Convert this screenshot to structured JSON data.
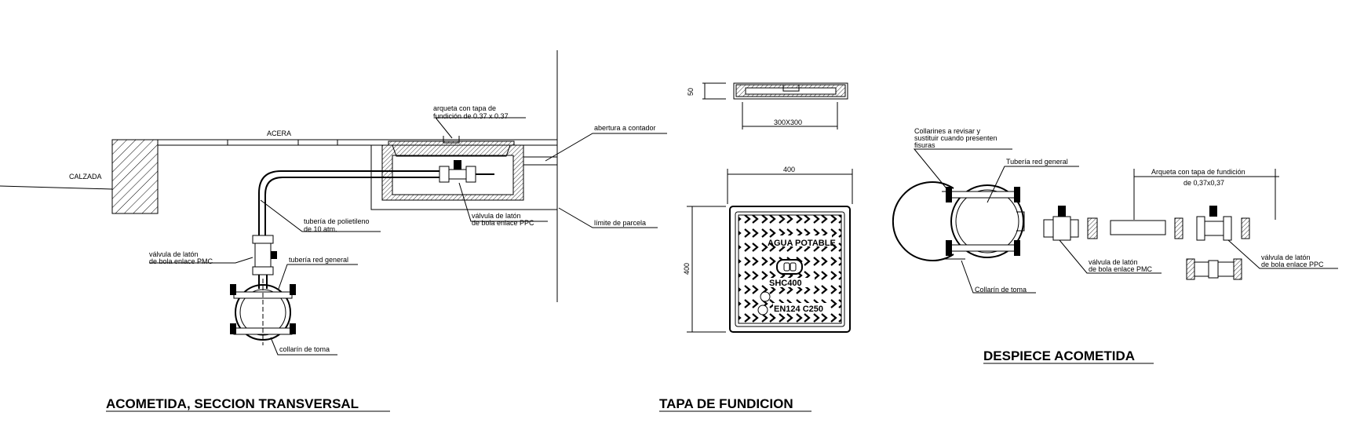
{
  "section": {
    "calzada": "CALZADA",
    "acera": "ACERA",
    "arqueta_l1": "arqueta con tapa de",
    "arqueta_l2": "fundición de 0.37 x 0.37",
    "abertura": "abertura a contador",
    "limite": "límite de parcela",
    "valvula_ppc_l1": "válvula de latón",
    "valvula_ppc_l2": "de bola enlace PPC",
    "tuberia_pe_l1": "tubería de polietileno",
    "tuberia_pe_l2": "de 10 atm.",
    "valvula_pmc_l1": "válvula de latón",
    "valvula_pmc_l2": "de bola enlace PMC",
    "tuberia_red": "tubería red general",
    "collarin": "collarín de toma",
    "title": "ACOMETIDA, SECCION TRANSVERSAL"
  },
  "tapa": {
    "dim_50": "50",
    "dim_300": "300X300",
    "dim_400_top": "400",
    "dim_400_side": "400",
    "agua": "AGUA POTABLE",
    "model": "SHC400",
    "norm": "EN124 C250",
    "title": "TAPA DE FUNDICION"
  },
  "despiece": {
    "collarines_l1": "Collarines a revisar y",
    "collarines_l2": "sustituir cuando presenten",
    "collarines_l3": "fisuras",
    "tuberia_red": "Tubería red general",
    "arqueta_l1": "Arqueta con tapa de fundición",
    "arqueta_l2": "de 0,37x0,37",
    "valvula_pmc_l1": "válvula de latón",
    "valvula_pmc_l2": "de bola enlace PMC",
    "valvula_ppc_l1": "válvula de latón",
    "valvula_ppc_l2": "de bola enlace PPC",
    "collarin": "Collarín de toma",
    "title": "DESPIECE ACOMETIDA"
  }
}
